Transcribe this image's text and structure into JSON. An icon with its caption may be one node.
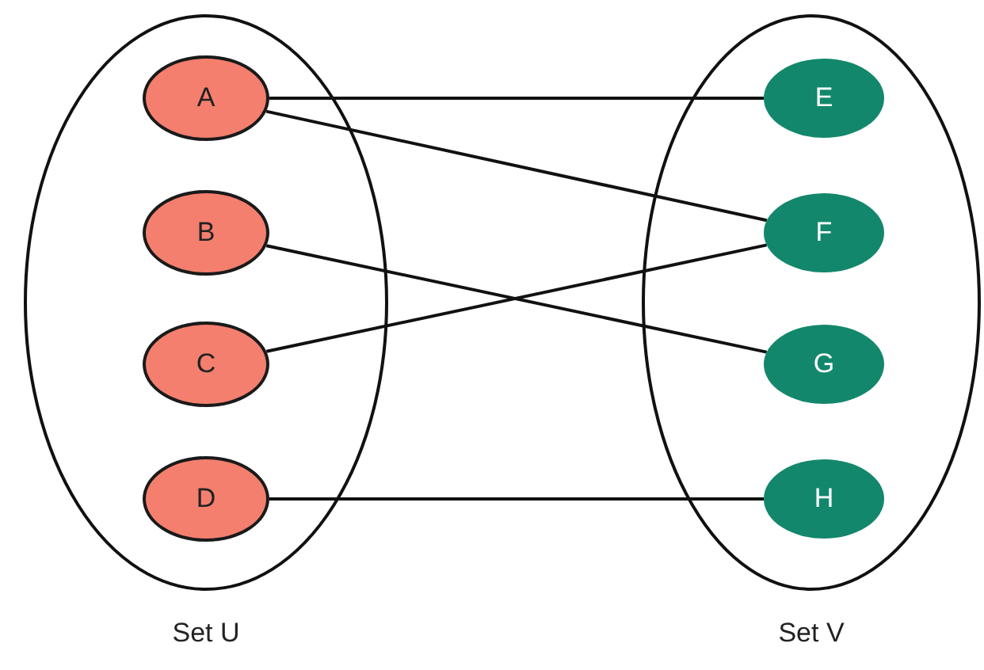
{
  "diagram": {
    "nodes": [
      {
        "text": [
          "Set U"
        ]
      },
      {
        "text": [
          "A"
        ],
        "in": 0
      },
      {
        "text": [
          "B"
        ],
        "in": 0
      },
      {
        "text": [
          "C"
        ],
        "in": 0
      },
      {
        "text": [
          "D"
        ],
        "in": 0
      },
      {
        "text": [
          "Set V"
        ]
      },
      {
        "text": [
          "E"
        ],
        "in": 5
      },
      {
        "text": [
          "F"
        ],
        "in": 5
      },
      {
        "text": [
          "G"
        ],
        "in": 5
      },
      {
        "text": [
          "H"
        ],
        "in": 5
      }
    ],
    "edges": [
      {
        "from": 1,
        "to": 6,
        "arrow": "none"
      },
      {
        "from": 1,
        "to": 7,
        "arrow": "none"
      },
      {
        "from": 2,
        "to": 8,
        "arrow": "none"
      },
      {
        "from": 3,
        "to": 7,
        "arrow": "none"
      },
      {
        "from": 4,
        "to": 9,
        "arrow": "none"
      }
    ]
  }
}
